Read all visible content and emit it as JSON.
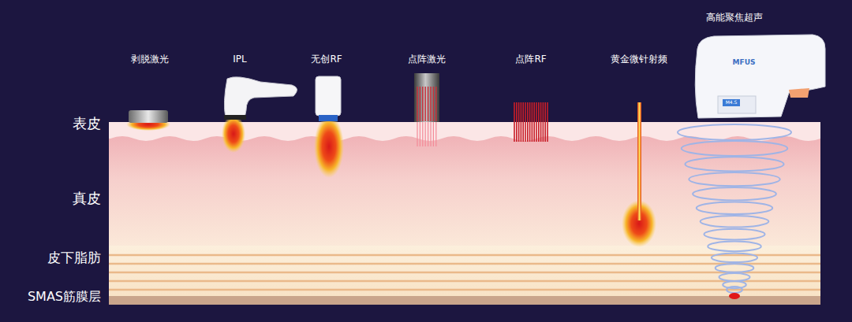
{
  "diagram": {
    "labels": [
      "高能聚焦超声",
      "剥脱激光",
      "IPL",
      "无创RF",
      "点阵激光",
      "点阵RF",
      "黄金微针射频",
      "MFUS",
      "M4.S",
      "表皮",
      "真皮",
      "皮下脂肪",
      "SMAS筋膜层"
    ]
  }
}
